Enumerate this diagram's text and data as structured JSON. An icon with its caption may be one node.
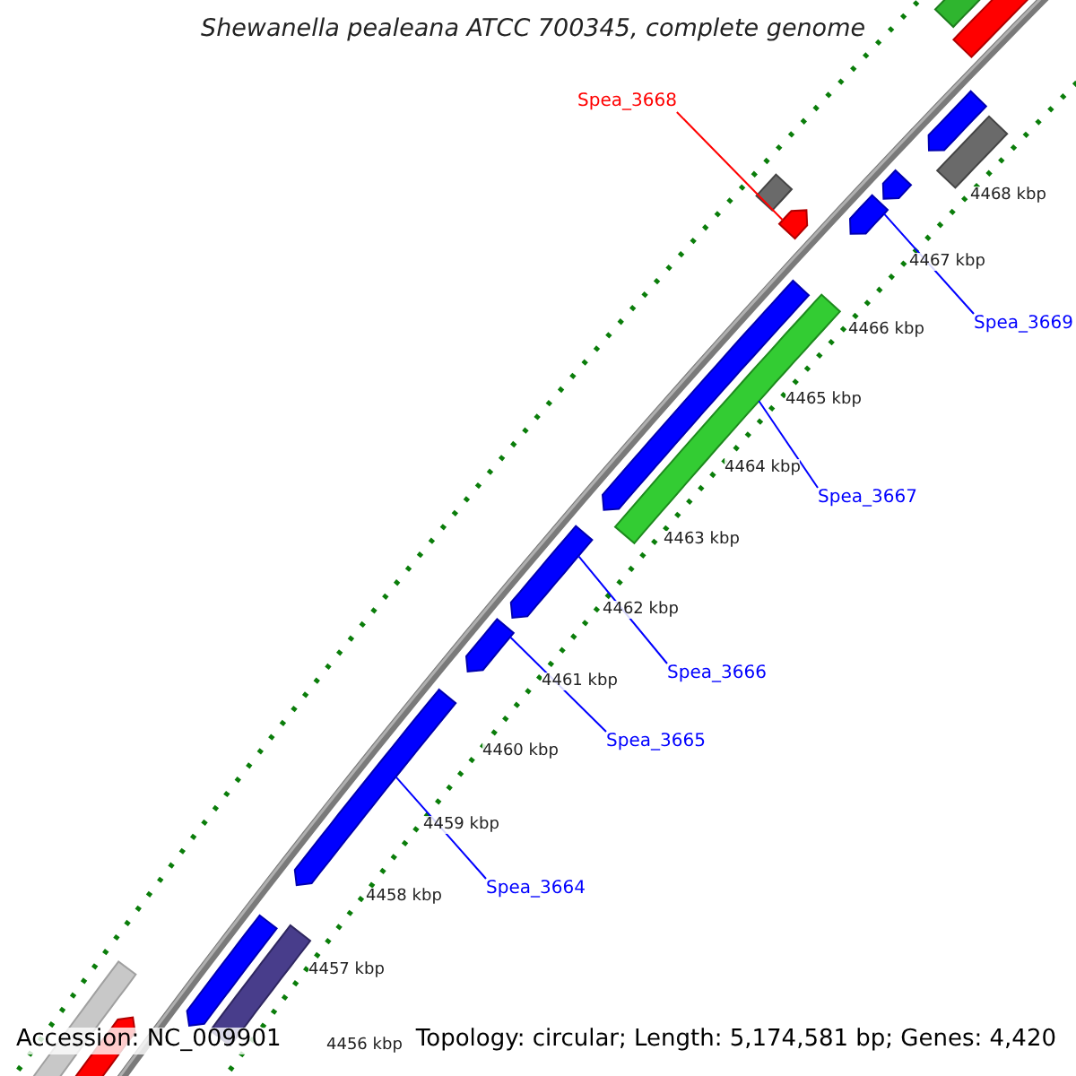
{
  "diagram": {
    "title": "Shewanella pealeana ATCC 700345, complete genome",
    "nodes": [
      {
        "text": [
          "Spea_3668"
        ]
      },
      {
        "text": [],
        "shape": "bar"
      },
      {
        "text": [
          "Spea_3669"
        ]
      },
      {
        "text": [],
        "shape": "bar"
      },
      {
        "text": [
          "Spea_3667"
        ]
      },
      {
        "text": [],
        "shape": "bar"
      },
      {
        "text": [
          "Spea_3666"
        ]
      },
      {
        "text": [],
        "shape": "bar"
      },
      {
        "text": [
          "Spea_3665"
        ]
      },
      {
        "text": [],
        "shape": "bar"
      },
      {
        "text": [
          "Spea_3664"
        ]
      },
      {
        "text": [],
        "shape": "bar"
      }
    ],
    "edges": [
      {
        "from": 0,
        "to": 1,
        "arrow": "none",
        "color": "#ff0000"
      },
      {
        "from": 2,
        "to": 3,
        "arrow": "none"
      },
      {
        "from": 4,
        "to": 5,
        "arrow": "none"
      },
      {
        "from": 6,
        "to": 7,
        "arrow": "none"
      },
      {
        "from": 8,
        "to": 9,
        "arrow": "none"
      },
      {
        "from": 10,
        "to": 11,
        "arrow": "none"
      }
    ],
    "labels": [
      "4468 kbp",
      "4467 kbp",
      "4466 kbp",
      "4465 kbp",
      "4464 kbp",
      "4463 kbp",
      "4462 kbp",
      "4461 kbp",
      "4460 kbp",
      "4459 kbp",
      "4458 kbp",
      "4457 kbp",
      "4456 kbp",
      "Accession: NC_009901",
      "Topology: circular; Length: 5,174,581 bp; Genes: 4,420"
    ]
  }
}
